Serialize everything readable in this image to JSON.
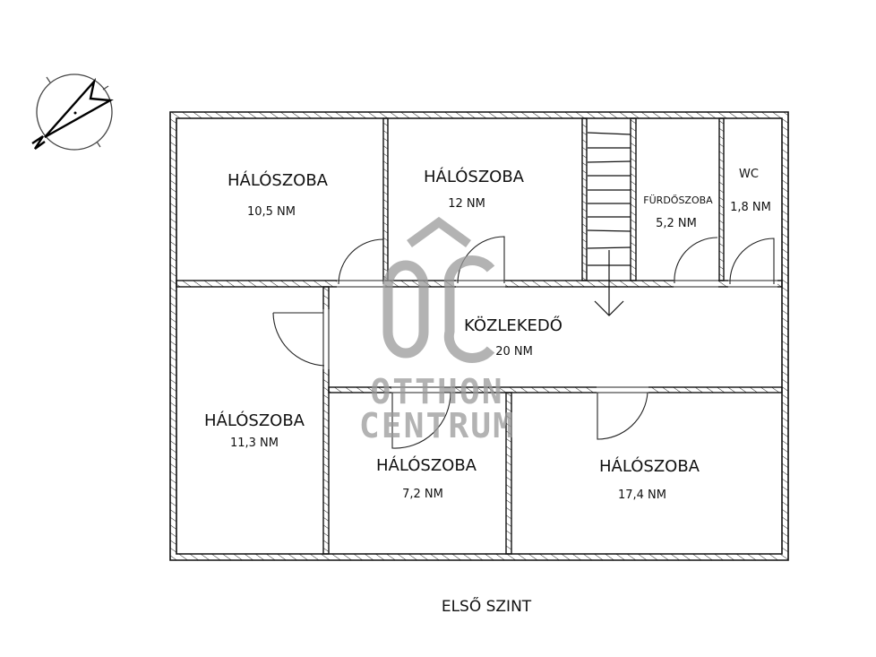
{
  "plan": {
    "floor_label": "ELSŐ SZINT",
    "compass": {
      "north_letter": "N"
    },
    "watermark": {
      "line1": "OTTHON",
      "line2": "CENTRUM",
      "monogram": "OC"
    },
    "rooms": [
      {
        "id": "bedroom-1",
        "label": "HÁLÓSZOBA",
        "area": "10,5 NM"
      },
      {
        "id": "bedroom-2",
        "label": "HÁLÓSZOBA",
        "area": "12 NM"
      },
      {
        "id": "bathroom",
        "label": "FÜRDŐSZOBA",
        "area": "5,2 NM"
      },
      {
        "id": "wc",
        "label": "WC",
        "area": "1,8 NM"
      },
      {
        "id": "corridor",
        "label": "KÖZLEKEDŐ",
        "area": "20 NM"
      },
      {
        "id": "bedroom-3",
        "label": "HÁLÓSZOBA",
        "area": "11,3 NM"
      },
      {
        "id": "bedroom-4",
        "label": "HÁLÓSZOBA",
        "area": "7,2 NM"
      },
      {
        "id": "bedroom-5",
        "label": "HÁLÓSZOBA",
        "area": "17,4 NM"
      }
    ]
  }
}
